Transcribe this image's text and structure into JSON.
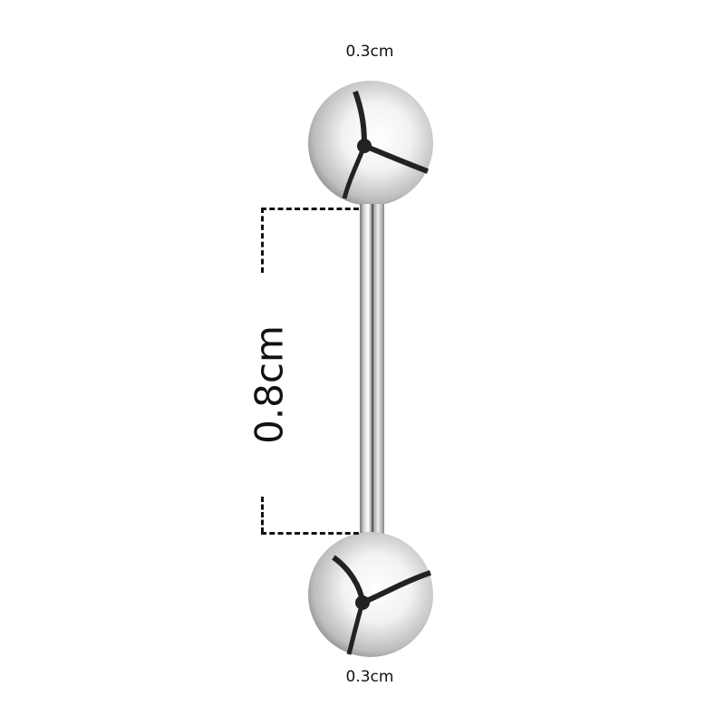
{
  "product": "Barbell piercing diagram",
  "dimensions": {
    "top_ball_diameter": "0.3cm",
    "bottom_ball_diameter": "0.3cm",
    "bar_length": "0.8cm"
  },
  "colors": {
    "background": "#ffffff",
    "text": "#111111",
    "metal": "#c0c0c0"
  }
}
